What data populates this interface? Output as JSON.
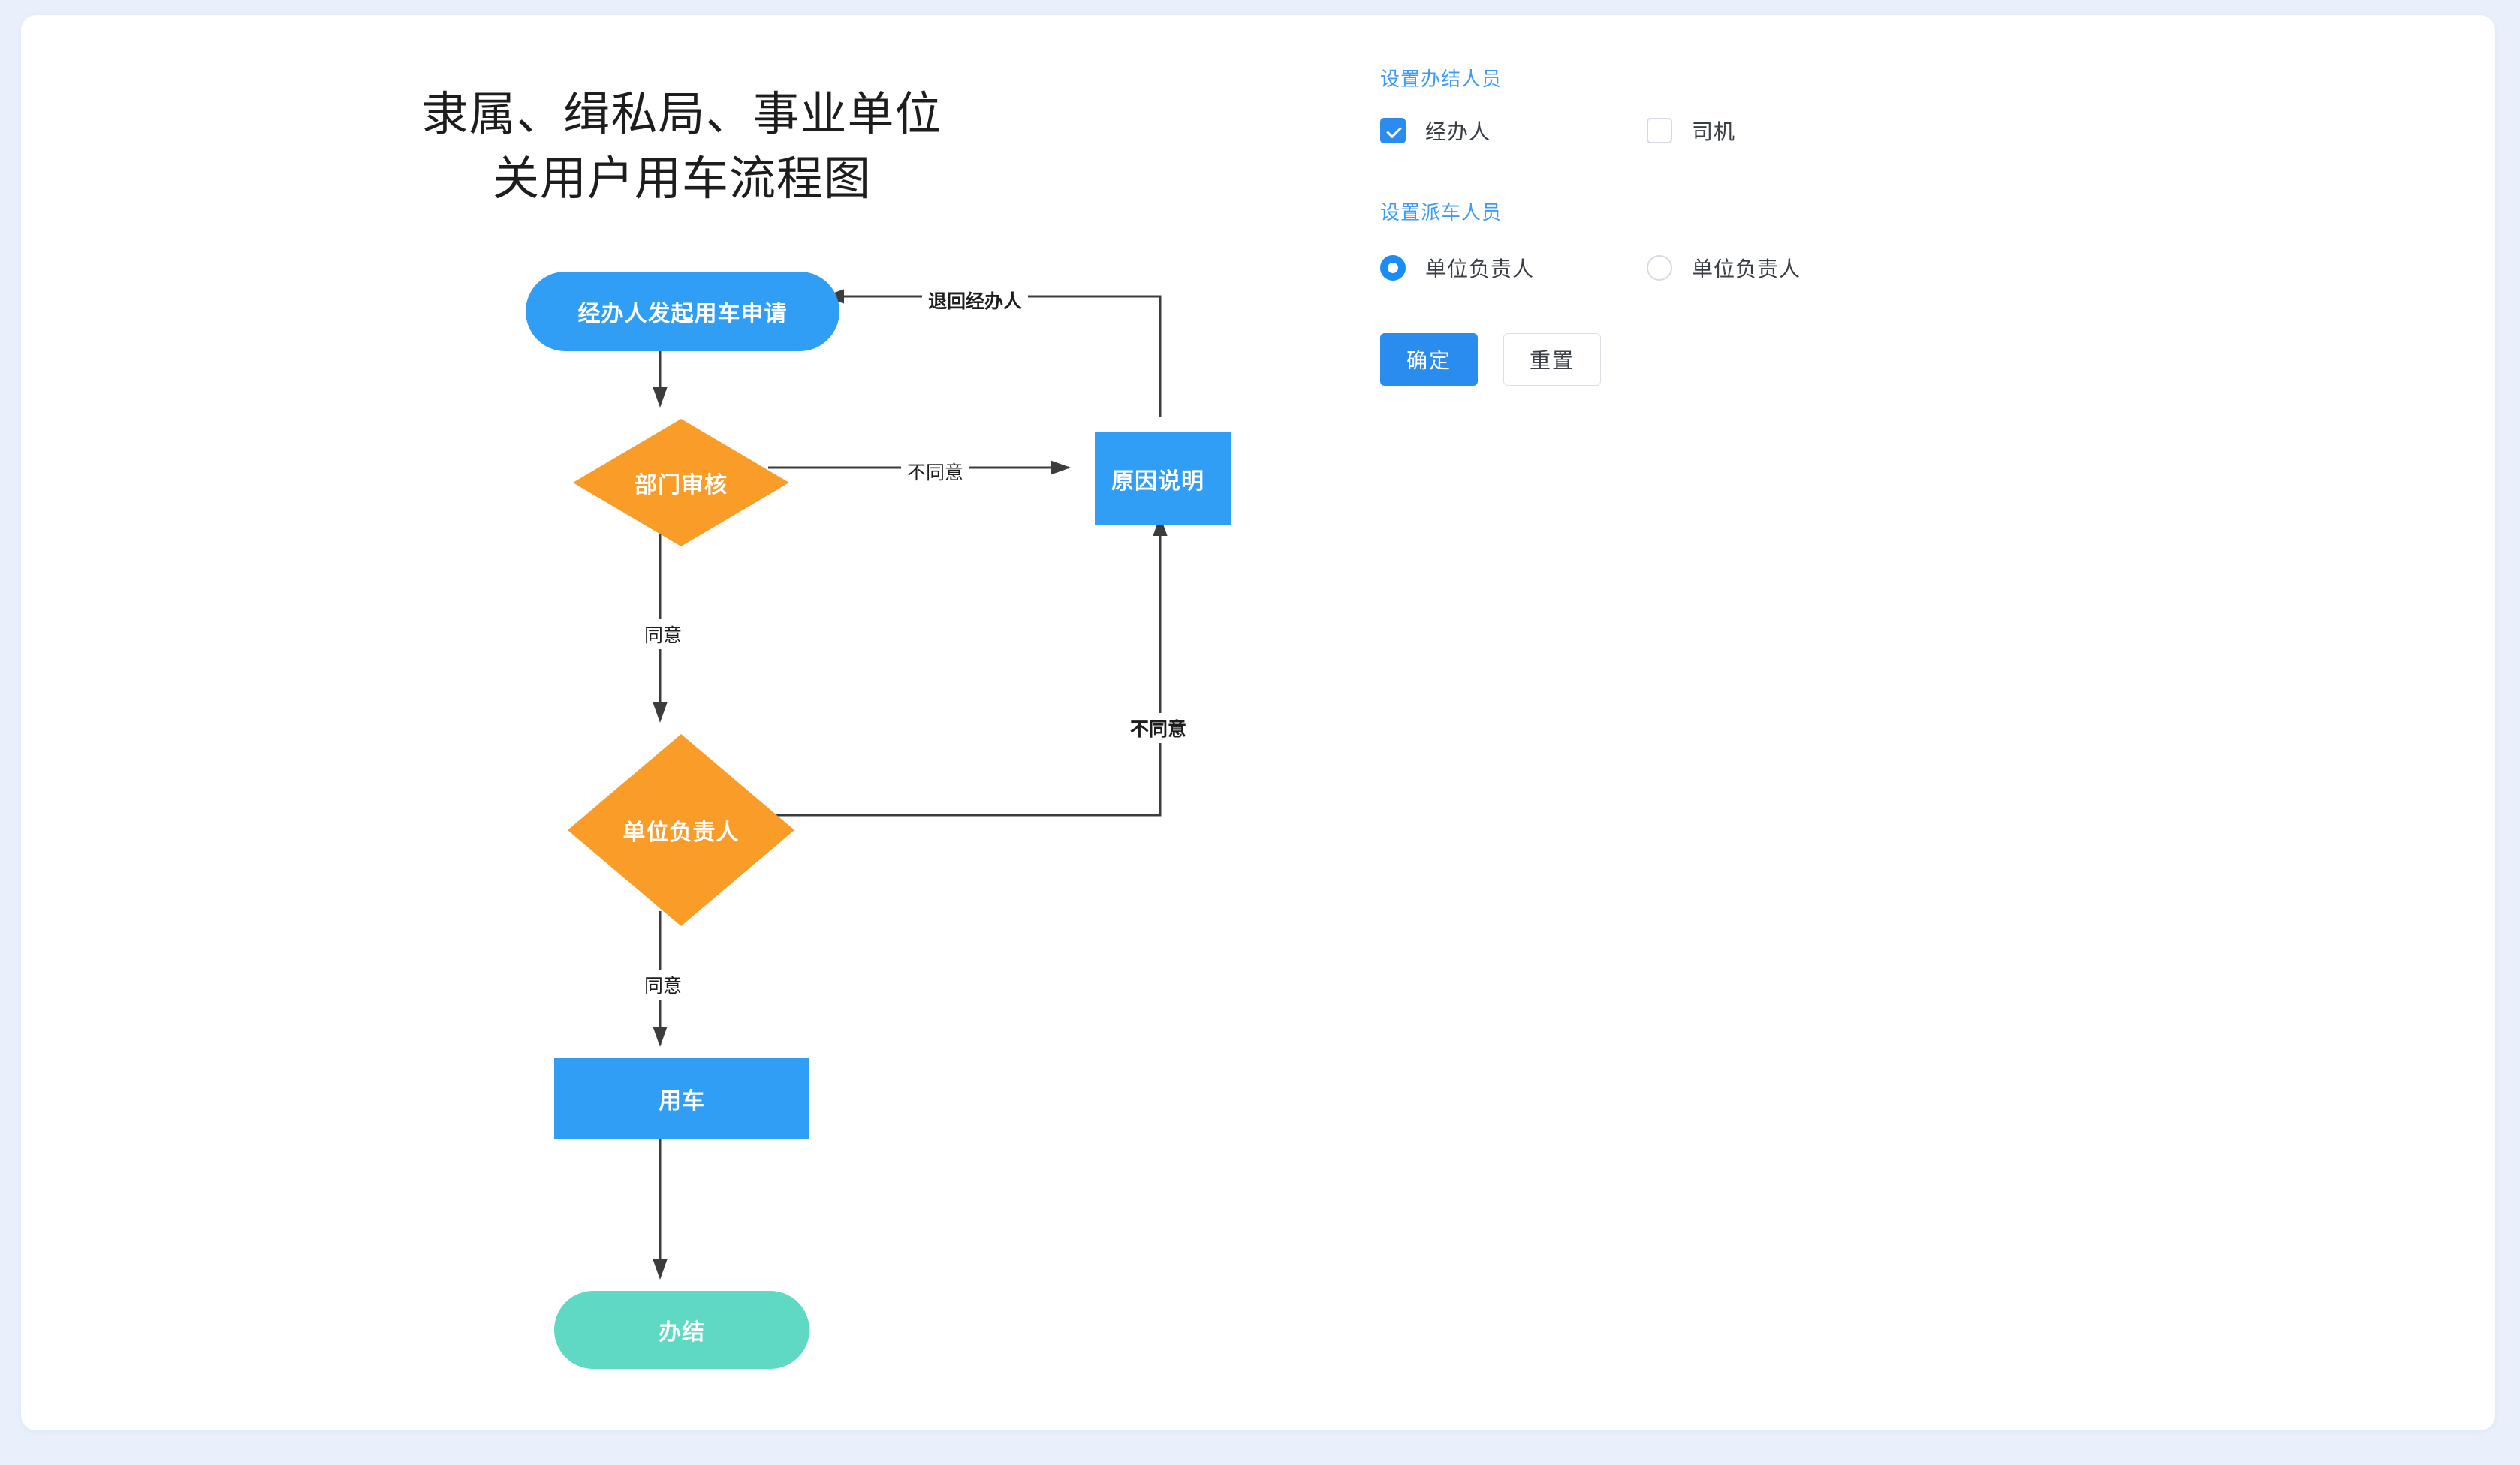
{
  "flow": {
    "title_line1": "隶属、缉私局、事业单位",
    "title_line2": "关用户用车流程图",
    "nodes": {
      "start": "经办人发起用车申请",
      "dept_review": "部门审核",
      "reason": "原因说明",
      "unit_leader": "单位负责人",
      "use_car": "用车",
      "finish": "办结"
    },
    "edges": {
      "return_to_handler": "退回经办人",
      "disagree_dept": "不同意",
      "agree_dept": "同意",
      "disagree_unit": "不同意",
      "agree_unit": "同意"
    },
    "colors": {
      "blue": "#2f9ef4",
      "orange": "#f99d28",
      "green": "#5fd9c3",
      "line": "#3c3c3c"
    }
  },
  "panel": {
    "group_finish_title": "设置办结人员",
    "group_dispatch_title": "设置派车人员",
    "finish_options": [
      {
        "label": "经办人",
        "checked": true
      },
      {
        "label": "司机",
        "checked": false
      }
    ],
    "dispatch_options": [
      {
        "label": "单位负责人",
        "checked": true
      },
      {
        "label": "单位负责人",
        "checked": false
      }
    ],
    "buttons": {
      "confirm": "确定",
      "reset": "重置"
    },
    "accent_color": "#2b8cf0",
    "title_color": "#3d9bf7"
  }
}
